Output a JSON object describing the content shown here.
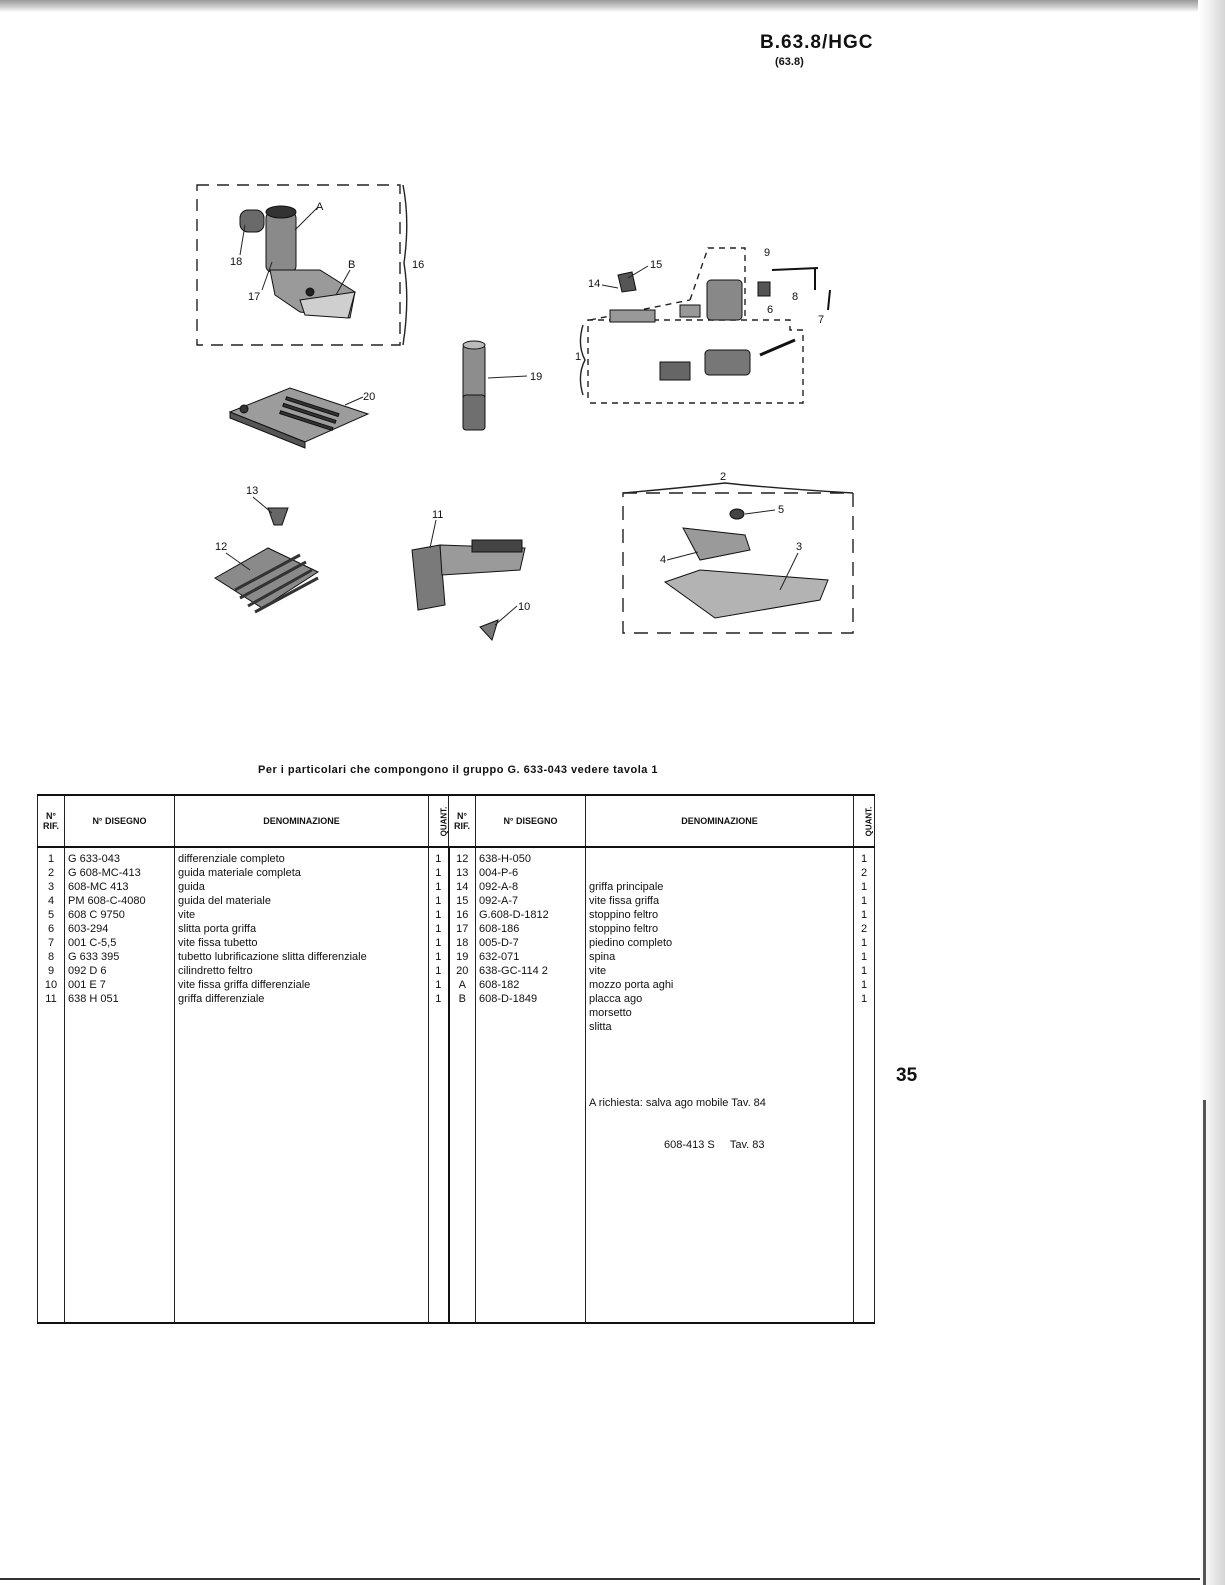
{
  "header": {
    "code": "B.63.8/HGC",
    "sub": "(63.8)"
  },
  "page_number": "35",
  "callouts": {
    "A": "A",
    "B": "B",
    "c16": "16",
    "c17": "17",
    "c18": "18",
    "c19": "19",
    "c20": "20",
    "c1": "1",
    "c2": "2",
    "c3": "3",
    "c4": "4",
    "c5": "5",
    "c6": "6",
    "c7": "7",
    "c8": "8",
    "c9": "9",
    "c10": "10",
    "c11": "11",
    "c12": "12",
    "c13": "13",
    "c14": "14",
    "c15": "15"
  },
  "note": "Per i particolari che compongono il gruppo G. 633-043 vedere tavola 1",
  "table": {
    "headers": {
      "rif": "N° RIF.",
      "disegno": "N° DISEGNO",
      "denominazione": "DENOMINAZIONE",
      "quant": "QUANT."
    },
    "left": {
      "rif": [
        "1",
        "2",
        "3",
        "4",
        "5",
        "6",
        "7",
        "8",
        "9",
        "10",
        "11"
      ],
      "disegno": [
        "G 633-043",
        "G 608-MC-413",
        "608-MC 413",
        "PM 608-C-4080",
        "608 C 9750",
        "603-294",
        "001 C-5,5",
        "G 633 395",
        "092 D 6",
        "001 E 7",
        "638 H 051"
      ],
      "denominazione": [
        "differenziale completo",
        "guida materiale completa",
        "guida",
        "guida del materiale",
        "vite",
        "slitta porta griffa",
        "vite fissa tubetto",
        "tubetto lubrificazione slitta differenziale",
        "cilindretto feltro",
        "vite fissa griffa differenziale",
        "griffa differenziale"
      ],
      "quant": [
        "1",
        "1",
        "1",
        "1",
        "1",
        "1",
        "1",
        "1",
        "1",
        "1",
        "1"
      ]
    },
    "right": {
      "rif": [
        "12",
        "13",
        "14",
        "15",
        "16",
        "17",
        "18",
        "19",
        "20",
        "A",
        "B"
      ],
      "disegno": [
        "638-H-050",
        "004-P-6",
        "092-A-8",
        "092-A-7",
        "G.608-D-1812",
        "608-186",
        "005-D-7",
        "632-071",
        "638-GC-114 2",
        "608-182",
        "608-D-1849"
      ],
      "denominazione": [
        "griffa principale",
        "vite fissa griffa",
        "stoppino feltro",
        "stoppino feltro",
        "piedino completo",
        "spina",
        "vite",
        "mozzo porta aghi",
        "placca ago",
        "morsetto",
        "slitta"
      ],
      "quant": [
        "1",
        "2",
        "1",
        "1",
        "1",
        "2",
        "1",
        "1",
        "1",
        "1",
        "1"
      ],
      "extra_line1": "A richiesta: salva ago mobile Tav. 84",
      "extra_line2": "608-413 S     Tav. 83"
    }
  }
}
